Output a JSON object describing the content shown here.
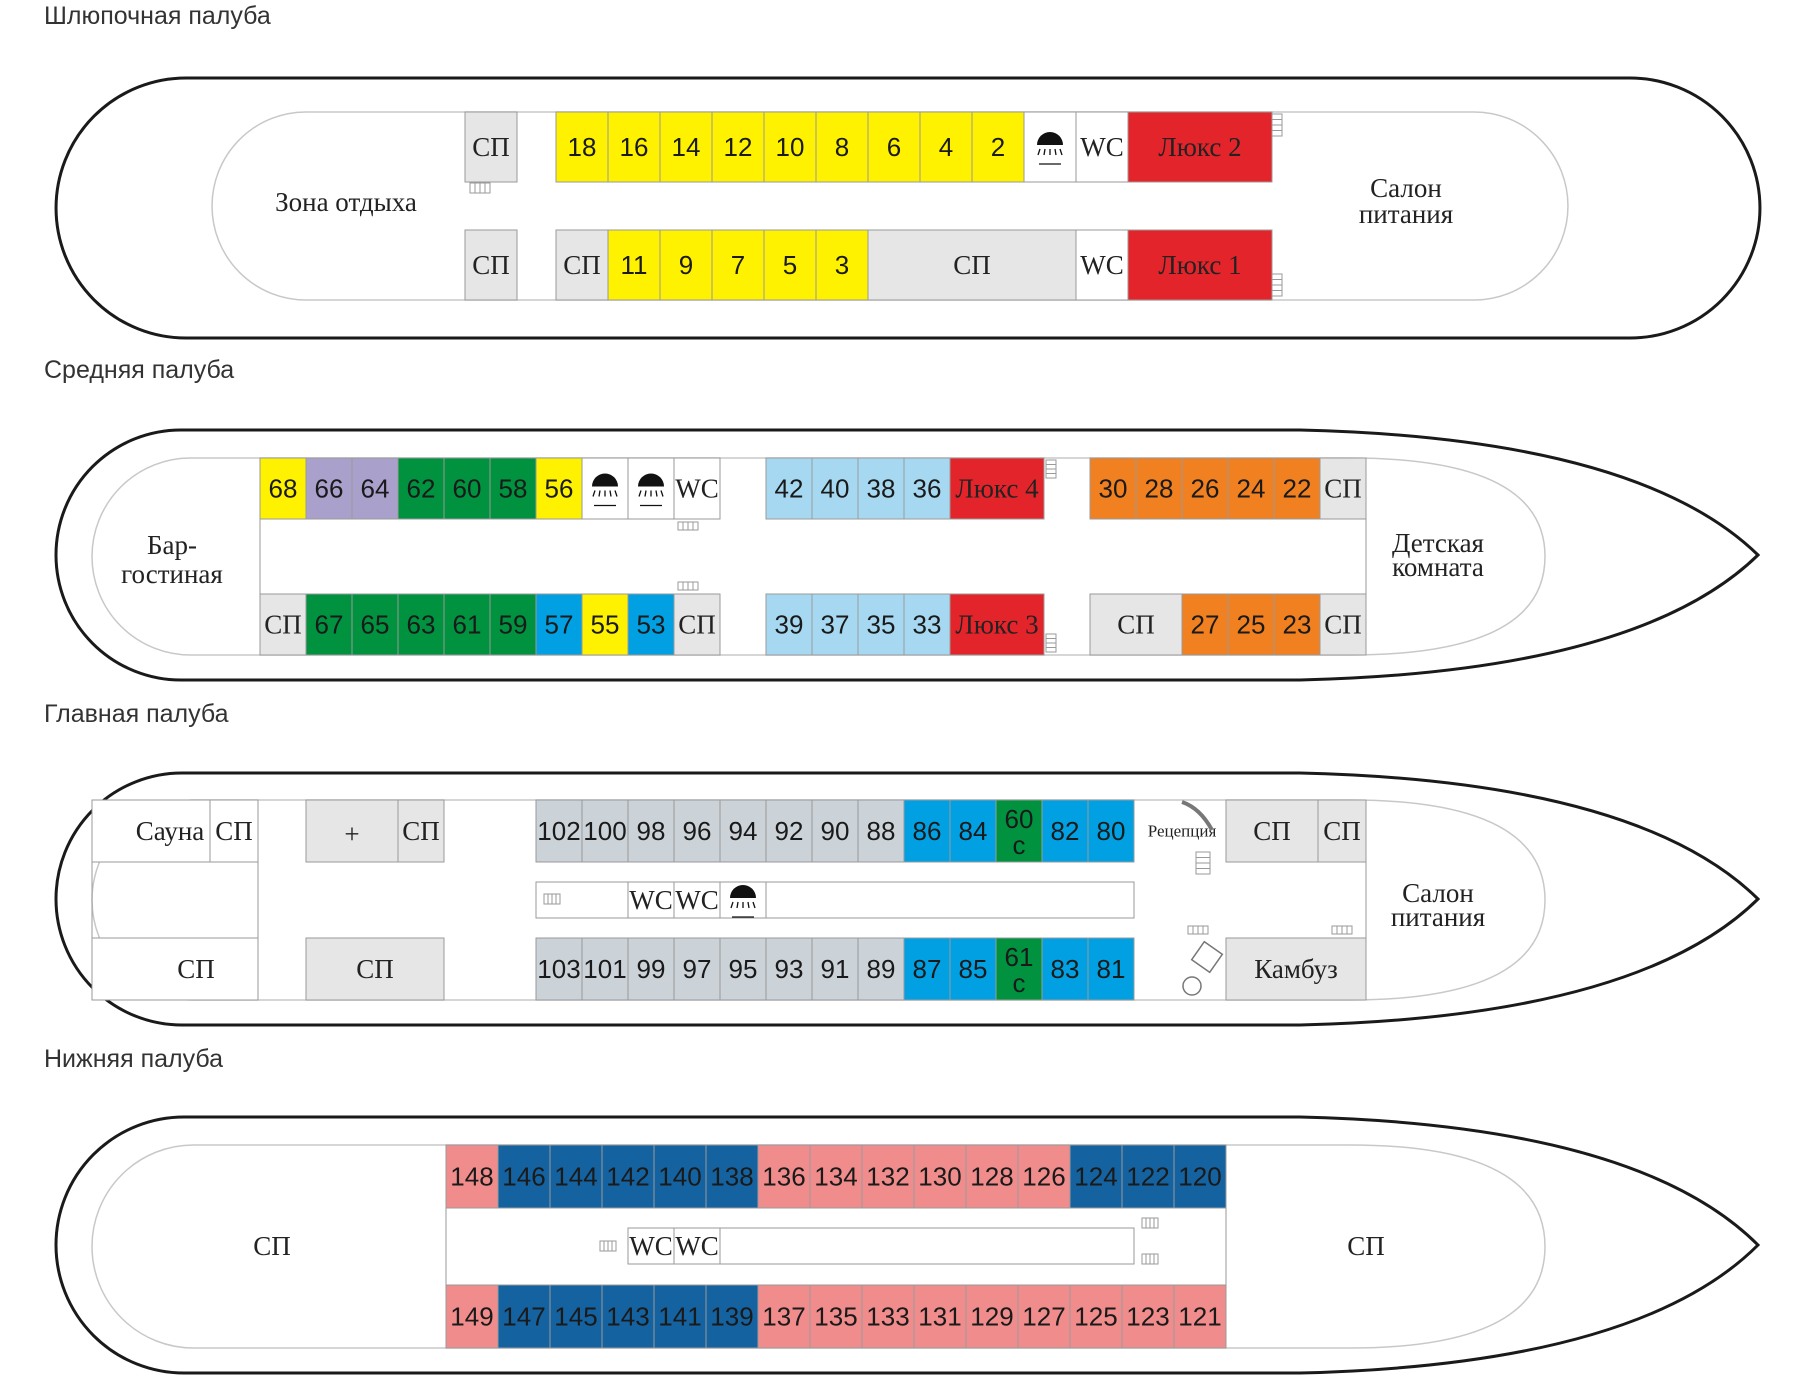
{
  "colors": {
    "yellow": "#fff200",
    "red": "#e3242b",
    "gray": "#e6e6e6",
    "violet": "#a9a0cc",
    "green": "#00923f",
    "blue": "#00a0e3",
    "lightblue": "#a6d9f1",
    "orange": "#f08020",
    "slate": "#ccd3d8",
    "pink": "#f08c8c",
    "navy": "#1462a0",
    "white": "#ffffff"
  },
  "decks": [
    {
      "title": "Шлюпочная палуба",
      "areas": {
        "rest": "Зона отдыха",
        "dining1": "Салон",
        "dining2": "питания"
      },
      "top_cabins": [
        "18",
        "16",
        "14",
        "12",
        "10",
        "8",
        "6",
        "4",
        "2"
      ],
      "bottom_cabins": [
        "11",
        "9",
        "7",
        "5",
        "3"
      ],
      "service": "СП",
      "wc": "WC",
      "lux_top": "Люкс 2",
      "lux_bottom": "Люкс 1"
    },
    {
      "title": "Средняя палуба",
      "areas": {
        "bar1": "Бар-",
        "bar2": "гостиная",
        "kids1": "Детская",
        "kids2": "комната"
      },
      "top_left_cabins": [
        {
          "n": "68",
          "c": "yellow"
        },
        {
          "n": "66",
          "c": "violet"
        },
        {
          "n": "64",
          "c": "violet"
        },
        {
          "n": "62",
          "c": "green"
        },
        {
          "n": "60",
          "c": "green"
        },
        {
          "n": "58",
          "c": "green"
        },
        {
          "n": "56",
          "c": "yellow"
        }
      ],
      "top_mid_cabins": [
        "42",
        "40",
        "38",
        "36"
      ],
      "top_right_cabins": [
        "30",
        "28",
        "26",
        "24",
        "22"
      ],
      "bottom_left_cabins": [
        {
          "n": "67",
          "c": "green"
        },
        {
          "n": "65",
          "c": "green"
        },
        {
          "n": "63",
          "c": "green"
        },
        {
          "n": "61",
          "c": "green"
        },
        {
          "n": "59",
          "c": "green"
        },
        {
          "n": "57",
          "c": "blue"
        },
        {
          "n": "55",
          "c": "yellow"
        },
        {
          "n": "53",
          "c": "blue"
        }
      ],
      "bottom_mid_cabins": [
        "39",
        "37",
        "35",
        "33"
      ],
      "bottom_right_cabins": [
        "27",
        "25",
        "23"
      ],
      "service": "СП",
      "wc": "WC",
      "lux_top": "Люкс 4",
      "lux_bottom": "Люкс 3"
    },
    {
      "title": "Главная палуба",
      "areas": {
        "sauna": "Сауна",
        "reception": "Рецепция",
        "galley": "Камбуз",
        "dining1": "Салон",
        "dining2": "питания",
        "medical": "+"
      },
      "top_cabins": [
        {
          "n": "102",
          "c": "slate"
        },
        {
          "n": "100",
          "c": "slate"
        },
        {
          "n": "98",
          "c": "slate"
        },
        {
          "n": "96",
          "c": "slate"
        },
        {
          "n": "94",
          "c": "slate"
        },
        {
          "n": "92",
          "c": "slate"
        },
        {
          "n": "90",
          "c": "slate"
        },
        {
          "n": "88",
          "c": "slate"
        },
        {
          "n": "86",
          "c": "blue"
        },
        {
          "n": "84",
          "c": "blue"
        },
        {
          "n": "60",
          "c": "green",
          "sub": "с"
        },
        {
          "n": "82",
          "c": "blue"
        },
        {
          "n": "80",
          "c": "blue"
        }
      ],
      "bottom_cabins": [
        {
          "n": "103",
          "c": "slate"
        },
        {
          "n": "101",
          "c": "slate"
        },
        {
          "n": "99",
          "c": "slate"
        },
        {
          "n": "97",
          "c": "slate"
        },
        {
          "n": "95",
          "c": "slate"
        },
        {
          "n": "93",
          "c": "slate"
        },
        {
          "n": "91",
          "c": "slate"
        },
        {
          "n": "89",
          "c": "slate"
        },
        {
          "n": "87",
          "c": "blue"
        },
        {
          "n": "85",
          "c": "blue"
        },
        {
          "n": "61",
          "c": "green",
          "sub": "с"
        },
        {
          "n": "83",
          "c": "blue"
        },
        {
          "n": "81",
          "c": "blue"
        }
      ],
      "service": "СП",
      "wc": "WC"
    },
    {
      "title": "Нижняя палуба",
      "top_cabins": [
        {
          "n": "148",
          "c": "pink"
        },
        {
          "n": "146",
          "c": "navy"
        },
        {
          "n": "144",
          "c": "navy"
        },
        {
          "n": "142",
          "c": "navy"
        },
        {
          "n": "140",
          "c": "navy"
        },
        {
          "n": "138",
          "c": "navy"
        },
        {
          "n": "136",
          "c": "pink"
        },
        {
          "n": "134",
          "c": "pink"
        },
        {
          "n": "132",
          "c": "pink"
        },
        {
          "n": "130",
          "c": "pink"
        },
        {
          "n": "128",
          "c": "pink"
        },
        {
          "n": "126",
          "c": "pink"
        },
        {
          "n": "124",
          "c": "navy"
        },
        {
          "n": "122",
          "c": "navy"
        },
        {
          "n": "120",
          "c": "navy"
        }
      ],
      "bottom_cabins": [
        {
          "n": "149",
          "c": "pink"
        },
        {
          "n": "147",
          "c": "navy"
        },
        {
          "n": "145",
          "c": "navy"
        },
        {
          "n": "143",
          "c": "navy"
        },
        {
          "n": "141",
          "c": "navy"
        },
        {
          "n": "139",
          "c": "navy"
        },
        {
          "n": "137",
          "c": "pink"
        },
        {
          "n": "135",
          "c": "pink"
        },
        {
          "n": "133",
          "c": "pink"
        },
        {
          "n": "131",
          "c": "pink"
        },
        {
          "n": "129",
          "c": "pink"
        },
        {
          "n": "127",
          "c": "pink"
        },
        {
          "n": "125",
          "c": "pink"
        },
        {
          "n": "123",
          "c": "pink"
        },
        {
          "n": "121",
          "c": "pink"
        }
      ],
      "service": "СП",
      "wc": "WC"
    }
  ]
}
